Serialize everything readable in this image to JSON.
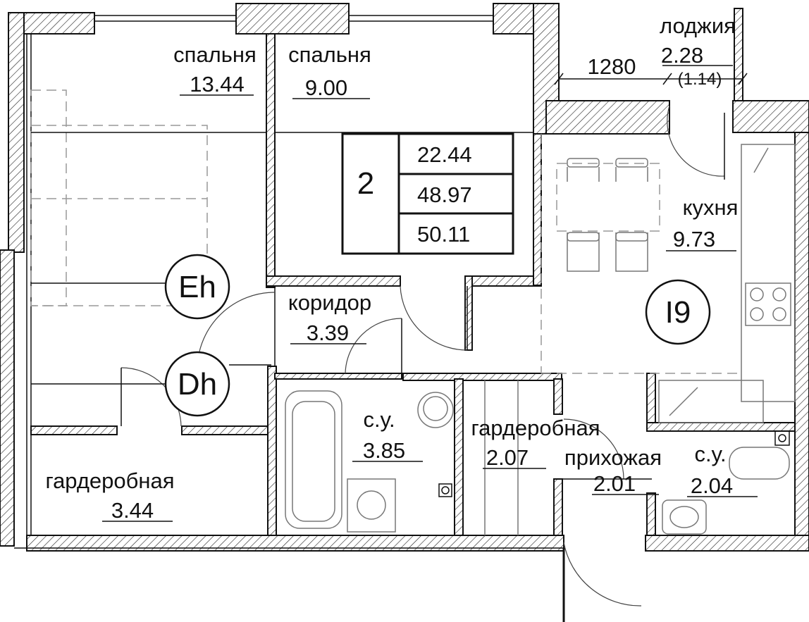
{
  "rooms": {
    "bedroom1": {
      "name": "спальня",
      "area": "13.44"
    },
    "bedroom2": {
      "name": "спальня",
      "area": "9.00"
    },
    "loggia": {
      "name": "лоджия",
      "area": "2.28",
      "area_reduced": "(1.14)",
      "dimension": "1280"
    },
    "kitchen": {
      "name": "кухня",
      "area": "9.73"
    },
    "corridor": {
      "name": "коридор",
      "area": "3.39"
    },
    "bathroom1": {
      "name": "с.у.",
      "area": "3.85"
    },
    "wardrobe1": {
      "name": "гардеробная",
      "area": "2.07"
    },
    "hallway": {
      "name": "прихожая",
      "area": "2.01"
    },
    "bathroom2": {
      "name": "с.у.",
      "area": "2.04"
    },
    "wardrobe2": {
      "name": "гардеробная",
      "area": "3.44"
    }
  },
  "summary": {
    "rooms_count": "2",
    "living_area": "22.44",
    "total_area": "48.97",
    "total_with_loggia": "50.11"
  },
  "markers": {
    "eh": "Eh",
    "dh": "Dh",
    "i9": "I9"
  }
}
